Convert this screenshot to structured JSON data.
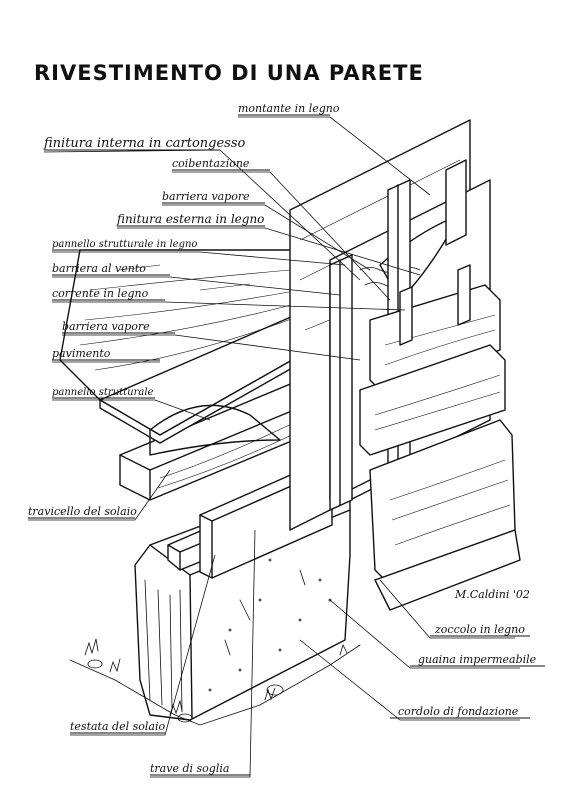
{
  "title": "RIVESTIMENTO DI UNA PARETE",
  "signature": "M.Caldini '02",
  "labels": {
    "montante": "montante in legno",
    "finitura_interna": "finitura interna in cartongesso",
    "coibentazione": "coibentazione",
    "barriera_vapore_top": "barriera vapore",
    "finitura_esterna": "finitura esterna in legno",
    "pannello_strutturale_legno": "pannello strutturale in legno",
    "barriera_vento": "barriera al vento",
    "corrente": "corrente in legno",
    "barriera_vapore_low": "barriera vapore",
    "pavimento": "pavimento",
    "pannello_strutturale": "pannello strutturale",
    "travicello": "travicello del solaio",
    "zoccolo": "zoccolo in legno",
    "guaina": "guaina impermeabile",
    "cordolo": "cordolo di fondazione",
    "testata": "testata del solaio",
    "trave_soglia": "trave di soglia"
  }
}
